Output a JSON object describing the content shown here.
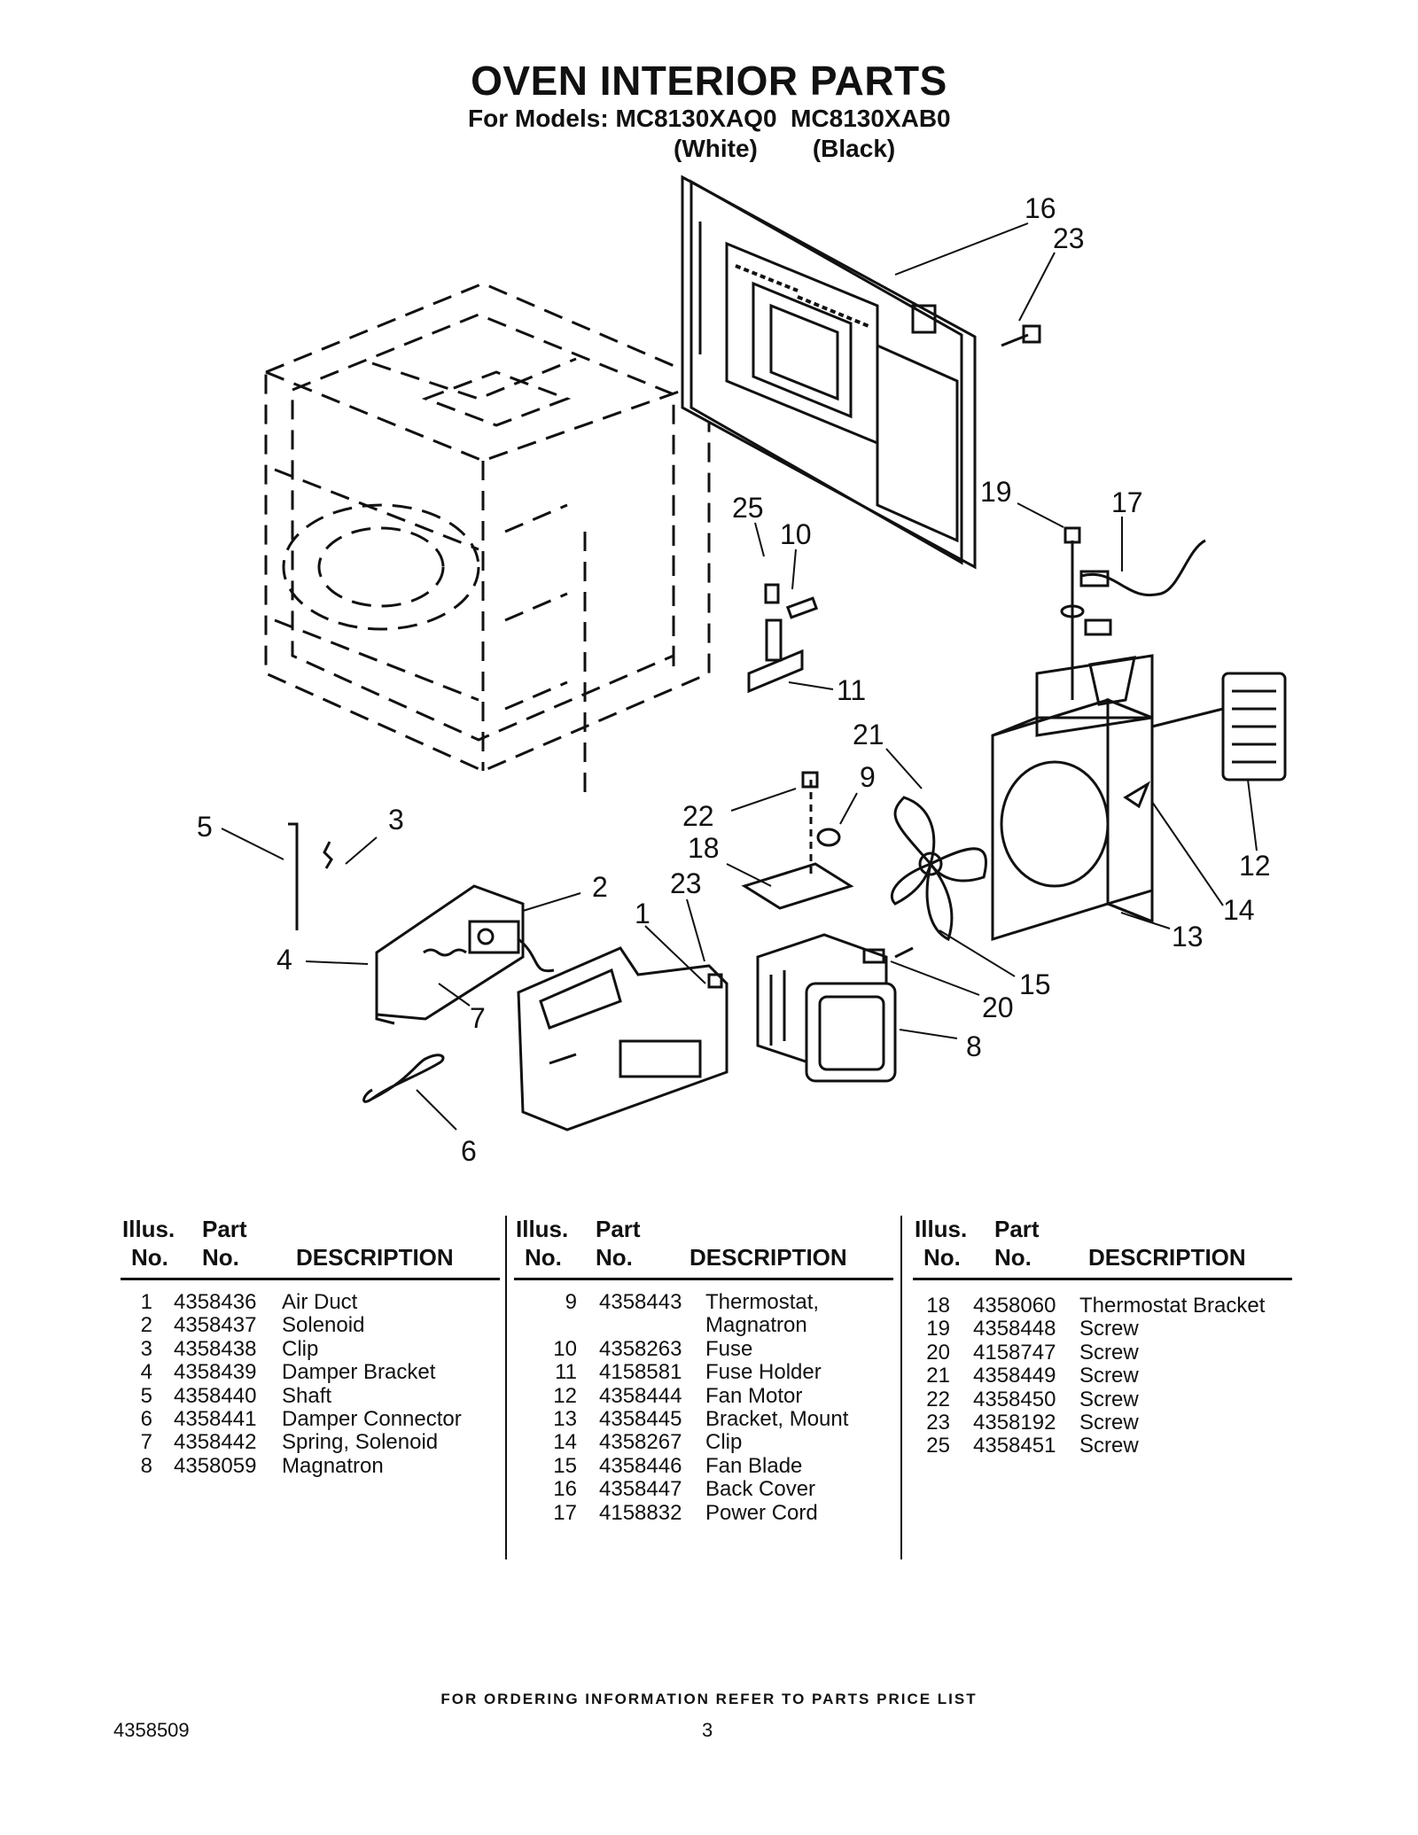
{
  "title": "OVEN INTERIOR PARTS",
  "models_line": "For Models: MC8130XAQ0  MC8130XAB0",
  "model_color_1": "(White)",
  "model_color_2": "(Black)",
  "diagram_callouts": [
    "16",
    "23",
    "19",
    "17",
    "25",
    "10",
    "11",
    "21",
    "9",
    "12",
    "22",
    "18",
    "5",
    "3",
    "2",
    "23",
    "1",
    "4",
    "14",
    "13",
    "7",
    "15",
    "20",
    "8",
    "6"
  ],
  "table_headers": {
    "illus": "Illus.",
    "part": "Part",
    "no1": "No.",
    "no2": "No.",
    "description": "DESCRIPTION"
  },
  "parts_col1": [
    {
      "illus": "1",
      "part": "4358436",
      "desc": "Air Duct"
    },
    {
      "illus": "2",
      "part": "4358437",
      "desc": "Solenoid"
    },
    {
      "illus": "3",
      "part": "4358438",
      "desc": "Clip"
    },
    {
      "illus": "4",
      "part": "4358439",
      "desc": "Damper Bracket"
    },
    {
      "illus": "5",
      "part": "4358440",
      "desc": "Shaft"
    },
    {
      "illus": "6",
      "part": "4358441",
      "desc": "Damper Connector"
    },
    {
      "illus": "7",
      "part": "4358442",
      "desc": "Spring, Solenoid"
    },
    {
      "illus": "8",
      "part": "4358059",
      "desc": "Magnatron"
    }
  ],
  "parts_col2": [
    {
      "illus": "9",
      "part": "4358443",
      "desc": "Thermostat,"
    },
    {
      "illus": "",
      "part": "",
      "desc": "Magnatron"
    },
    {
      "illus": "10",
      "part": "4358263",
      "desc": "Fuse"
    },
    {
      "illus": "11",
      "part": "4158581",
      "desc": "Fuse Holder"
    },
    {
      "illus": "12",
      "part": "4358444",
      "desc": "Fan Motor"
    },
    {
      "illus": "13",
      "part": "4358445",
      "desc": "Bracket, Mount"
    },
    {
      "illus": "14",
      "part": "4358267",
      "desc": "Clip"
    },
    {
      "illus": "15",
      "part": "4358446",
      "desc": "Fan Blade"
    },
    {
      "illus": "16",
      "part": "4358447",
      "desc": "Back Cover"
    },
    {
      "illus": "17",
      "part": "4158832",
      "desc": "Power Cord"
    }
  ],
  "parts_col3": [
    {
      "illus": "18",
      "part": "4358060",
      "desc": "Thermostat Bracket"
    },
    {
      "illus": "19",
      "part": "4358448",
      "desc": "Screw"
    },
    {
      "illus": "20",
      "part": "4158747",
      "desc": "Screw"
    },
    {
      "illus": "21",
      "part": "4358449",
      "desc": "Screw"
    },
    {
      "illus": "22",
      "part": "4358450",
      "desc": "Screw"
    },
    {
      "illus": "23",
      "part": "4358192",
      "desc": "Screw"
    },
    {
      "illus": "25",
      "part": "4358451",
      "desc": "Screw"
    }
  ],
  "footer_note": "FOR ORDERING INFORMATION REFER TO PARTS PRICE LIST",
  "doc_number": "4358509",
  "page_number": "3"
}
